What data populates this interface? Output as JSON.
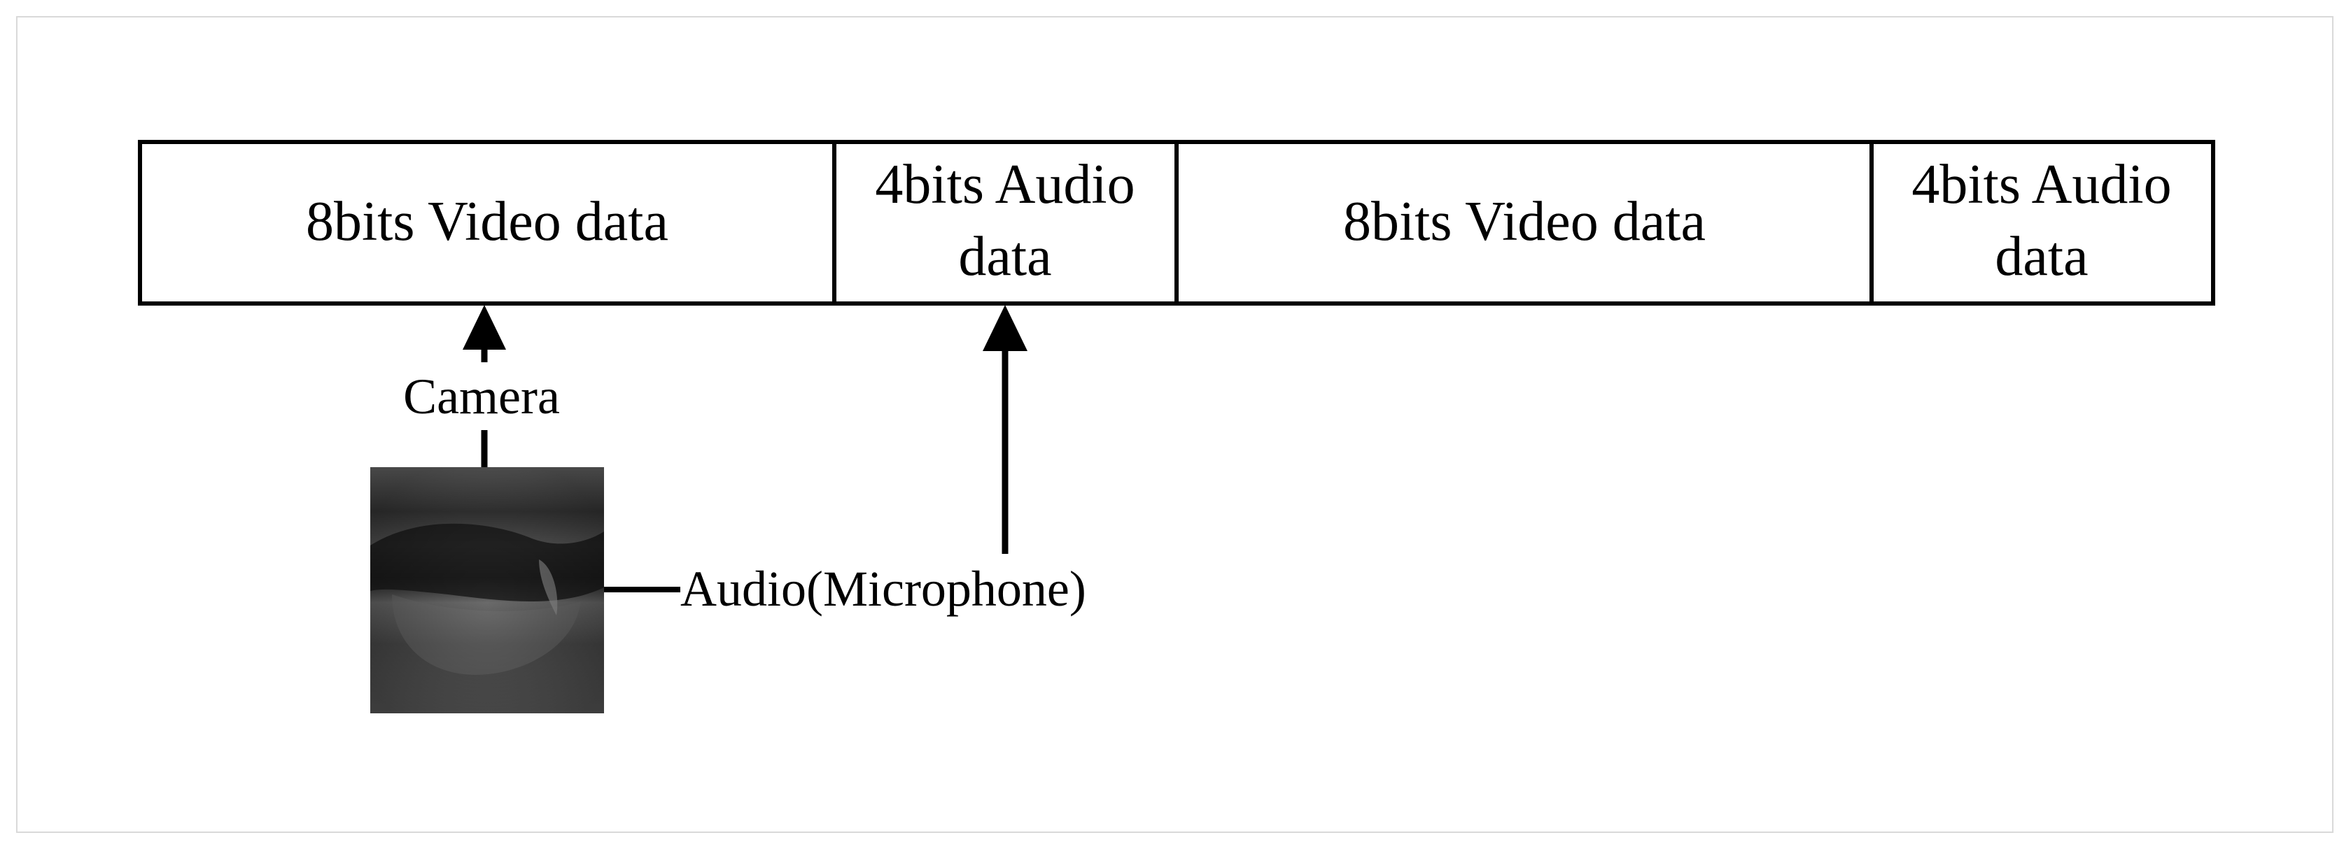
{
  "segments": [
    {
      "line1": "8bits Video data",
      "line2": ""
    },
    {
      "line1": "4bits Audio",
      "line2": "data"
    },
    {
      "line1": "8bits Video data",
      "line2": ""
    },
    {
      "line1": "4bits Audio",
      "line2": "data"
    }
  ],
  "labels": {
    "camera": "Camera",
    "audio": "Audio(Microphone)"
  },
  "image": {
    "name": "mouth-lips-image",
    "description_tone": "grayscale"
  }
}
